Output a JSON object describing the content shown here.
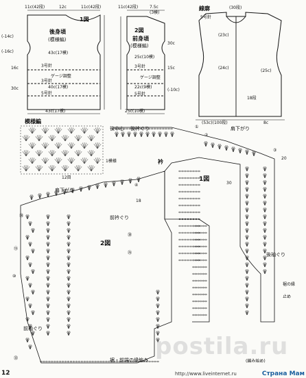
{
  "page_number": "12",
  "schematics": {
    "back_title": "後身頃",
    "back_subtitle": "(模様編)",
    "front_title": "前身頃",
    "front_subtitle": "(模様編)",
    "finished_title": "線廓",
    "fig1": "1図",
    "fig2": "2図",
    "back_top_width": "11c(42段)",
    "back_neck": "12c",
    "back_shoulder_right": "11c(42段)",
    "front_top_left": "11c(42段)",
    "front_neck": "7.5c",
    "back_mid_width": "43c(17模)",
    "back_lower_width": "40c(17模)",
    "back_bottom_width": "43c(17模)",
    "gauge_note": "ゲージ調整",
    "needle_3": "3号針",
    "needle_5": "5号針",
    "front_mid_width": "25c(10模)",
    "front_lower_width": "22c(9模)",
    "front_bottom_width": "25c(10模)",
    "front_sub": "(3模)",
    "finished_top": "(30段)",
    "finished_side_label": "5号針",
    "finished_bottom": "(53c)(100段)",
    "finished_bottom_right": "8c",
    "finished_right_label": "(25c)",
    "finished_mid": "(23c)",
    "finished_mid2": "(24c)",
    "finished_length": "18段",
    "left_edge_labels": [
      "(-14c)",
      "(-16c)",
      "16c",
      "30c"
    ],
    "right_edge_labels": [
      "30c",
      "15c",
      "(-10c)"
    ]
  },
  "pattern": {
    "swatch_title": "模様編",
    "repeat_label": "1模様",
    "repeat_label2": "12目",
    "collar_label": "衿",
    "back_neck_label": "後衿ぐり",
    "front_neck_label": "前衿ぐり",
    "shoulder_label_left": "肩下がり",
    "shoulder_label_right": "肩下がり",
    "armhole_label_back": "後袖ぐり",
    "armhole_label_front": "前袖ぐり",
    "center_back": "後中心",
    "hem_label": "裾・前端の縁編み",
    "edge_label_right": "裾の縁",
    "start_note": "(編み始め)",
    "end_note": "止め",
    "row_marks": [
      "①",
      "②",
      "③",
      "④",
      "⑤",
      "⑩",
      "⑮",
      "⑳",
      "㉕",
      "㉚",
      "㉝",
      "㊱",
      "㊵"
    ],
    "stitch_count_20": "20",
    "stitch_count_18": "18",
    "stitch_count_30": "30"
  },
  "watermark": {
    "brand": "postila.ru",
    "url": "http://www.liveinternet.ru",
    "site": "Страна Мам"
  }
}
